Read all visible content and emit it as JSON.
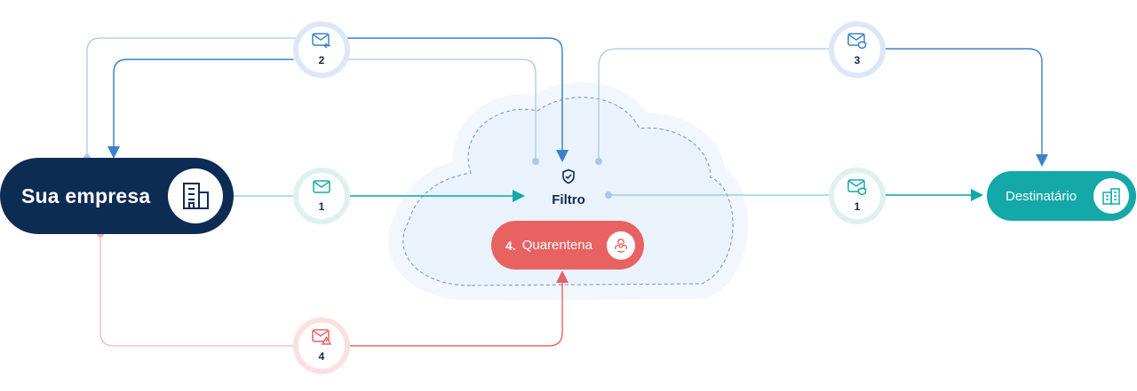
{
  "company": {
    "label": "Sua empresa",
    "icon": "building-icon"
  },
  "filter": {
    "label": "Filtro",
    "icon": "shield-check-icon"
  },
  "quarantine": {
    "number": "4.",
    "label": "Quarentena",
    "icon": "biohazard-icon"
  },
  "recipient": {
    "label": "Destinatário",
    "icon": "buildings-icon"
  },
  "steps": [
    {
      "id": "step1a",
      "number": "1",
      "icon": "mail-icon"
    },
    {
      "id": "step1b",
      "number": "1",
      "icon": "mail-shield-icon"
    },
    {
      "id": "step2",
      "number": "2",
      "icon": "mail-reply-icon"
    },
    {
      "id": "step3",
      "number": "3",
      "icon": "mail-shield-icon"
    },
    {
      "id": "step4",
      "number": "4",
      "icon": "mail-warning-icon"
    }
  ],
  "colors": {
    "navy": "#0d2c54",
    "teal": "#14a8a8",
    "red": "#e96262",
    "blue_line": "#3b82c9",
    "light_blue_line": "#a9c8ea",
    "light_red_line": "#f3b5b5",
    "cloud_fill": "#eaf2fc"
  }
}
